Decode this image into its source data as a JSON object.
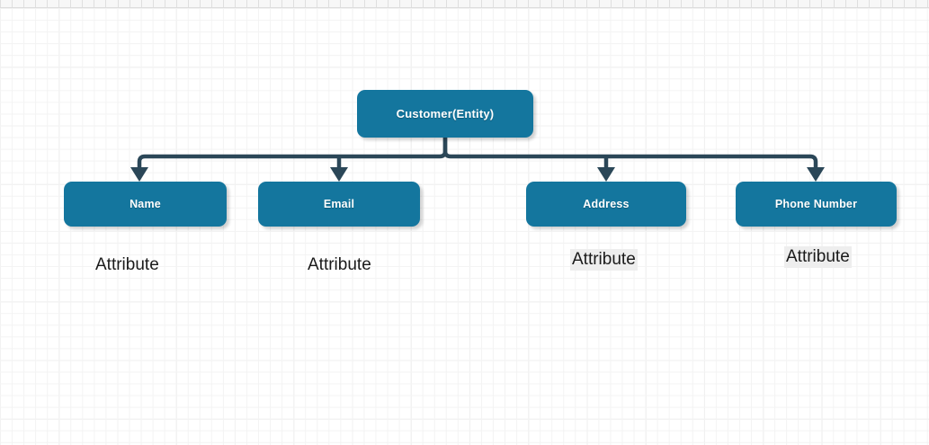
{
  "diagram": {
    "title_node": {
      "label": "Customer(Entity)"
    },
    "children": [
      {
        "label": "Name",
        "attribute_label": "Attribute",
        "highlighted": false
      },
      {
        "label": "Email",
        "attribute_label": "Attribute",
        "highlighted": false
      },
      {
        "label": "Address",
        "attribute_label": "Attribute",
        "highlighted": true
      },
      {
        "label": "Phone Number",
        "attribute_label": "Attribute",
        "highlighted": true
      }
    ],
    "colors": {
      "node_fill": "#14769e",
      "node_text": "#ffffff",
      "connector": "#2b4758",
      "label_text": "#1a1a1a",
      "label_highlight": "#eeeeee",
      "canvas_background": "#ffffff",
      "grid_minor": "#f3f3f3",
      "grid_major": "#e4e4e4"
    }
  }
}
